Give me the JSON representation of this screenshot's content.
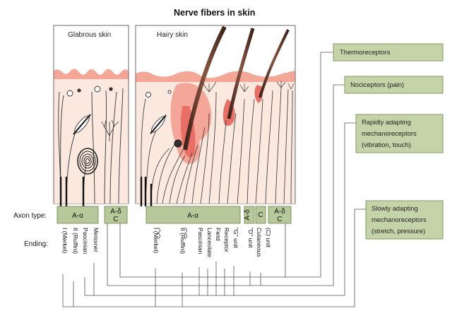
{
  "title": "Nerve fibers in skin",
  "panels": {
    "glabrous": "Glabrous skin",
    "hairy": "Hairy skin"
  },
  "row_labels": {
    "axon_type": "Axon type:",
    "ending": "Ending:"
  },
  "axon_types": {
    "glabrous_aalpha": "A-α",
    "glabrous_adelta": "A-δ",
    "glabrous_c": "C",
    "hairy_aalpha": "A-α",
    "hairy_adelta_1": "A-δ",
    "hairy_c": "C",
    "hairy_adelta_2": "A-δ",
    "hairy_c_2": "C"
  },
  "endings": {
    "glabrous": [
      "I (Merkel)",
      "II (Ruffini)",
      "Pascinian",
      "Meissner"
    ],
    "hairy": [
      "I (Merkel)",
      "II (Ruffini)",
      "Pascinian",
      "Lanceolate",
      "Field",
      "Receptor",
      "\"G\" unit",
      "\"D\" unit",
      "Cutaneous",
      "(C) unit"
    ]
  },
  "receptor_classes": {
    "thermo": "Thermoreceptors",
    "noci": "Nociceptors (pain)",
    "rapid": [
      "Rapidly adapting",
      "mechanoreceptors",
      "(vibration, touch)"
    ],
    "slow": [
      "Slowly adapting",
      "mechanoreceptors",
      "(stretch, pressure)"
    ]
  },
  "colors": {
    "skin": "#fbe9df",
    "epidermis": "#f4a796",
    "hair": "#6b3d2e",
    "box_fill": "#b7c99a",
    "box_stroke": "#7a8f54",
    "callout_fill": "#c5d4a8"
  }
}
